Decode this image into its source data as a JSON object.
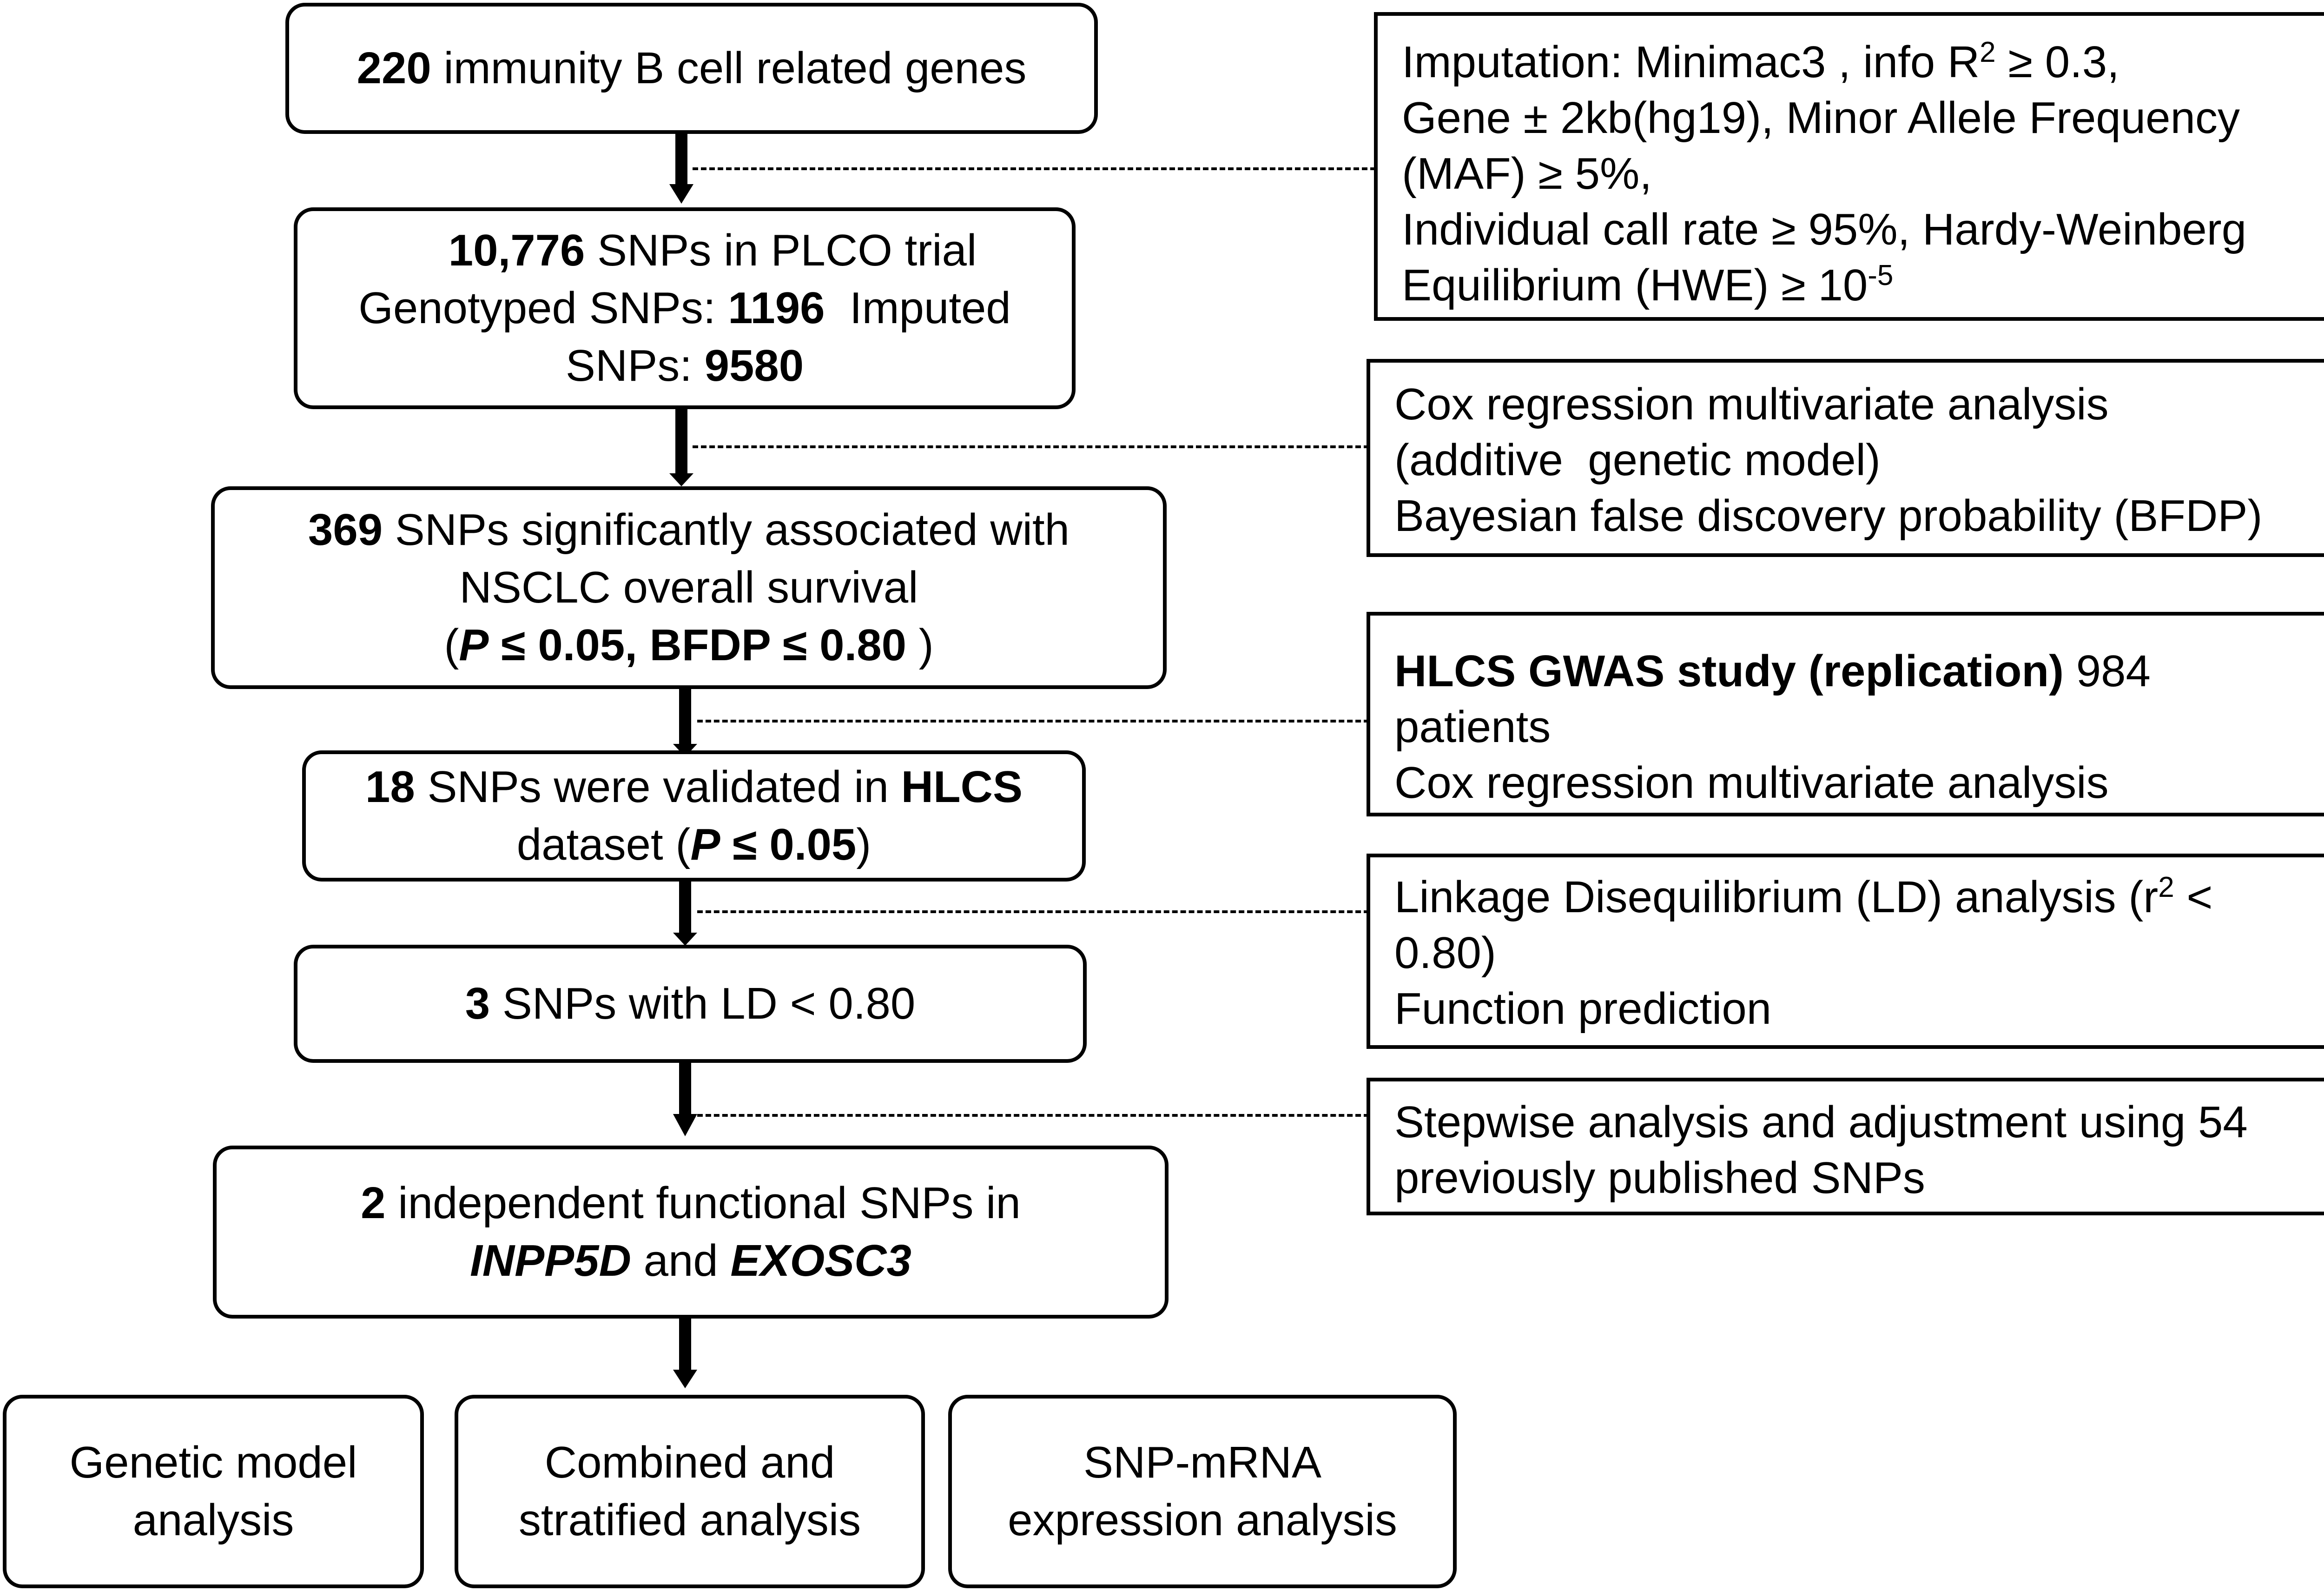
{
  "flow": {
    "step1": {
      "count": "220",
      "text": " immunity B cell related genes"
    },
    "step2": {
      "line1_count": "10,776",
      "line1_text": " SNPs in PLCO trial",
      "line2_prefix": "Genotyped SNPs: ",
      "line2_genotyped": "1196",
      "line2_suffix": "  Imputed",
      "line3_prefix": "SNPs: ",
      "line3_imputed": "9580"
    },
    "step3": {
      "count": "369",
      "line1_text": " SNPs significantly associated with",
      "line2": "NSCLC overall survival",
      "open": "(",
      "p_label": "P",
      "p_value": " ≤ 0.05, BFDP ≤ 0.80",
      "close": " )"
    },
    "step4": {
      "count": "18",
      "line1_text": " SNPs were validated in ",
      "line1_bold": "HLCS",
      "line2_prefix": "dataset (",
      "p_label": "P",
      "p_value": " ≤ 0.05",
      "line2_suffix": ")"
    },
    "step5": {
      "count": "3",
      "text": " SNPs with LD < 0.80"
    },
    "step6": {
      "count": "2",
      "line1_text": " independent functional SNPs in",
      "gene1": "INPP5D",
      "and": " and ",
      "gene2": "EXOSC3"
    }
  },
  "notes": {
    "note1": {
      "l1a": "Imputation: Minimac3 , info R",
      "l1sup": "2",
      "l1b": " ≥ 0.3,",
      "l2": "Gene ± 2kb(hg19), Minor Allele Frequency",
      "l3": "(MAF) ≥ 5%,",
      "l4": "Individual call rate ≥ 95%, Hardy-Weinberg",
      "l5a": "Equilibrium (HWE) ≥ 10",
      "l5sup": "-5"
    },
    "note2": {
      "l1": "Cox regression multivariate analysis",
      "l2": "(additive  genetic model)",
      "l3": "Bayesian false discovery probability (BFDP)"
    },
    "note3": {
      "l1_bold": "HLCS GWAS study (replication)",
      "l1_rest": " 984",
      "l2": "patients",
      "l3": "Cox regression multivariate analysis"
    },
    "note4": {
      "l1a": "Linkage Disequilibrium (LD) analysis (r",
      "l1sup": "2",
      "l1b": " <",
      "l2": "0.80)",
      "l3": "Function prediction"
    },
    "note5": {
      "l1": "Stepwise analysis and adjustment using 54",
      "l2": "previously published SNPs"
    }
  },
  "outputs": [
    {
      "l1": "Genetic model",
      "l2": "analysis"
    },
    {
      "l1": "Combined and",
      "l2": "stratified analysis"
    },
    {
      "l1": "SNP-mRNA",
      "l2": "expression analysis"
    }
  ]
}
